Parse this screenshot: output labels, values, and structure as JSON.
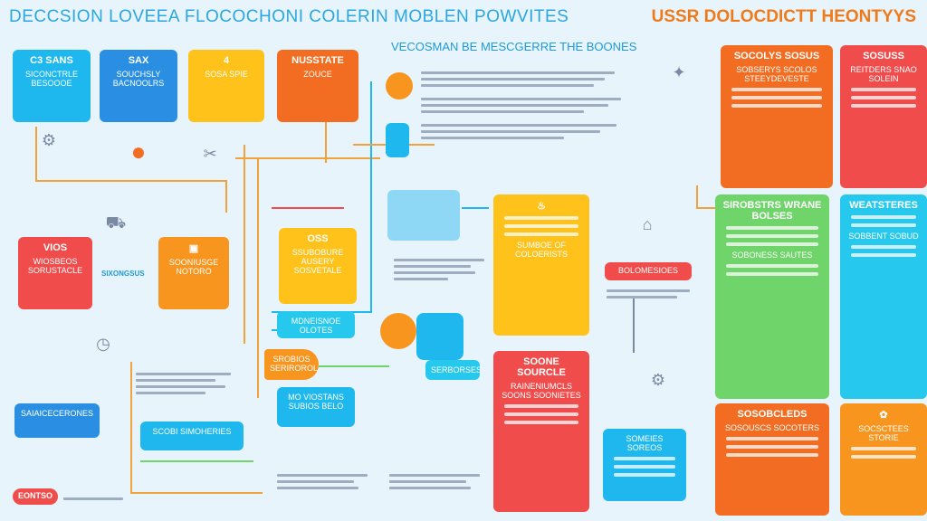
{
  "header": {
    "title_left": "DECCSION LOVEEA FLOCOCHONI COLERIN MOBLEN POWVITES",
    "title_right": "USSR DOLOCDICTT HEONTYYS",
    "subtitle": "VECOSMAN BE MESCGERRE THE BOONES"
  },
  "left_cards": [
    {
      "head": "C3 SANS",
      "text": "SICONCTRLE BESOOOE"
    },
    {
      "head": "SAX",
      "text": "SOUCHSLY BACNOOLRS"
    },
    {
      "head": "4",
      "text": "SOSA SPIE"
    },
    {
      "head": "NUSSTATE",
      "text": "ZOUCE"
    }
  ],
  "mid_left": {
    "vios_head": "VIOS",
    "vios_text": "WIOSBEOS SORUSTACLE",
    "s_card": "SIXONGSUS",
    "orange_card_text": "SOONIUSGE NOTORO",
    "blue_bottom_left": "SAIAICECERONES",
    "blue_bottom_small": "SCOBI SIMOHERIES",
    "red_pill": "EONTSO"
  },
  "center": {
    "yellow_head": "OSS",
    "yellow_text": "SSUBOBURE AUSERY SOSVETALE",
    "cyan_pill": "MDNEISNOE OLOTES",
    "orange_pill": "SROBIOS SERIROROLES",
    "blue_card": "MO VIOSTANS SUBIOS BELO",
    "cyan_box": "SERBORSES"
  },
  "center_right": {
    "yellow_big": "SUMBOE OF COLOERISTS",
    "red_big_head": "SOONE SOURCLE",
    "red_big_text": "RAINENIUMCLS SOONS SOONIETES",
    "pink_pill": "BOLOMESIOES",
    "blue_small": "SOMEIES SOREOS"
  },
  "right_col": {
    "orange_top_head": "SOCOLYS SOSUS",
    "orange_top_text": "SOBSERYS SCOLOS STEEYDEVESTE",
    "red_top_head": "SOSUSS",
    "red_top_text": "REITDERS SNAO SOLEIN",
    "green_head": "SIROBSTRS WRANE BOLSES",
    "green_text": "SOBONESS SAUTES",
    "cyan_head": "WEATSTERES",
    "cyan_text": "SOBBENT SOBUD",
    "orange_bot_head": "SOSOBCLEDS",
    "orange_bot_text": "SOSOUSCS SOCOTERS",
    "yellow_bot": "SOCSCTEES STORIE"
  },
  "colors": {
    "accent_blue": "#1eb7ee",
    "accent_orange": "#f7951e",
    "accent_red": "#f04c4c",
    "accent_green": "#6fd46a",
    "accent_yellow": "#ffc21a"
  }
}
